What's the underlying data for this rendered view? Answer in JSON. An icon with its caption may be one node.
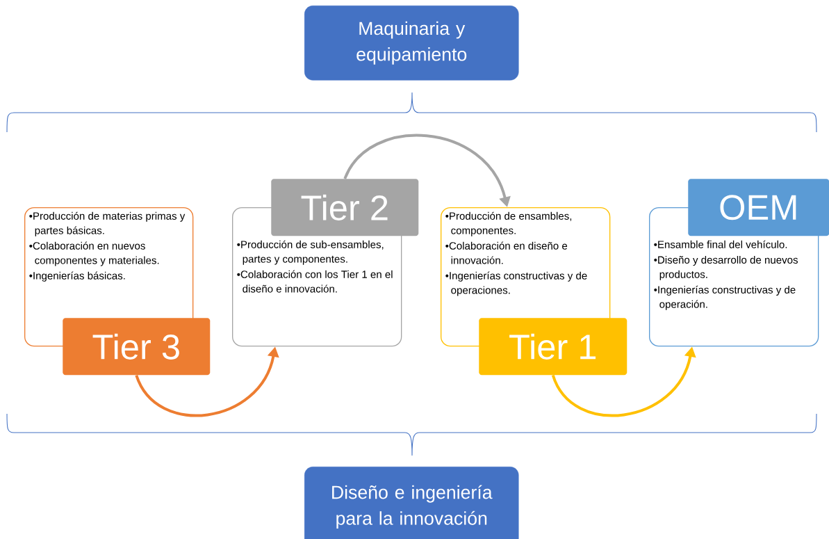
{
  "diagram": {
    "nodes": [
      {
        "text": [
          "Maquinaria y equipamiento"
        ]
      },
      {
        "text": [
          "•Producción de materias primas y partes básicas.",
          "•Colaboración en nuevos componentes y materiales.",
          "•Ingenierías básicas."
        ]
      },
      {
        "text": [
          "Tier 3"
        ]
      },
      {
        "text": [
          "•Producción de sub-ensambles, partes y componentes.",
          "•Colaboración con los Tier 1 en el diseño e innovación."
        ]
      },
      {
        "text": [
          "Tier 2"
        ]
      },
      {
        "text": [
          "•Producción de ensambles, componentes.",
          "•Colaboración en diseño e innovación.",
          "•Ingenierías constructivas y de operaciones."
        ]
      },
      {
        "text": [
          "Tier 1"
        ]
      },
      {
        "text": [
          "•Ensamble final del vehículo.",
          "•Diseño y desarrollo de nuevos productos.",
          "•Ingenierías constructivas y de operación."
        ]
      },
      {
        "text": [
          "OEM"
        ]
      },
      {
        "text": [
          "Diseño e ingeniería para la innovación"
        ]
      }
    ],
    "edges": [
      {
        "from": 2,
        "to": 3,
        "arrow": "to",
        "color": "#ed7d31"
      },
      {
        "from": 4,
        "to": 5,
        "arrow": "to",
        "color": "#a5a5a5"
      },
      {
        "from": 6,
        "to": 7,
        "arrow": "to",
        "color": "#ffc000"
      }
    ]
  }
}
